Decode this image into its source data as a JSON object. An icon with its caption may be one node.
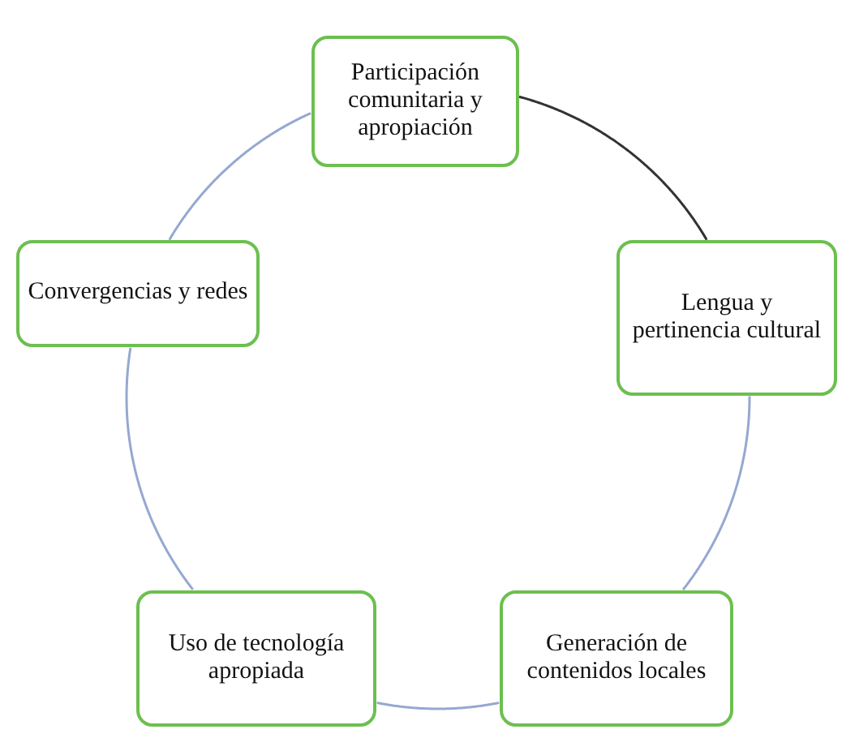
{
  "diagram": {
    "nodes": [
      {
        "text": [
          "Participación comunitaria y apropiación"
        ]
      },
      {
        "text": [
          "Lengua y pertinencia cultural"
        ]
      },
      {
        "text": [
          "Generación de contenidos locales"
        ]
      },
      {
        "text": [
          "Uso de tecnología apropiada"
        ]
      },
      {
        "text": [
          "Convergencias y redes"
        ]
      }
    ],
    "edges": [
      {
        "from": 0,
        "to": 1,
        "arrow": "none",
        "color": "#333333"
      },
      {
        "from": 1,
        "to": 2,
        "arrow": "none"
      },
      {
        "from": 2,
        "to": 3,
        "arrow": "none"
      },
      {
        "from": 3,
        "to": 4,
        "arrow": "none"
      },
      {
        "from": 4,
        "to": 0,
        "arrow": "none"
      }
    ]
  }
}
